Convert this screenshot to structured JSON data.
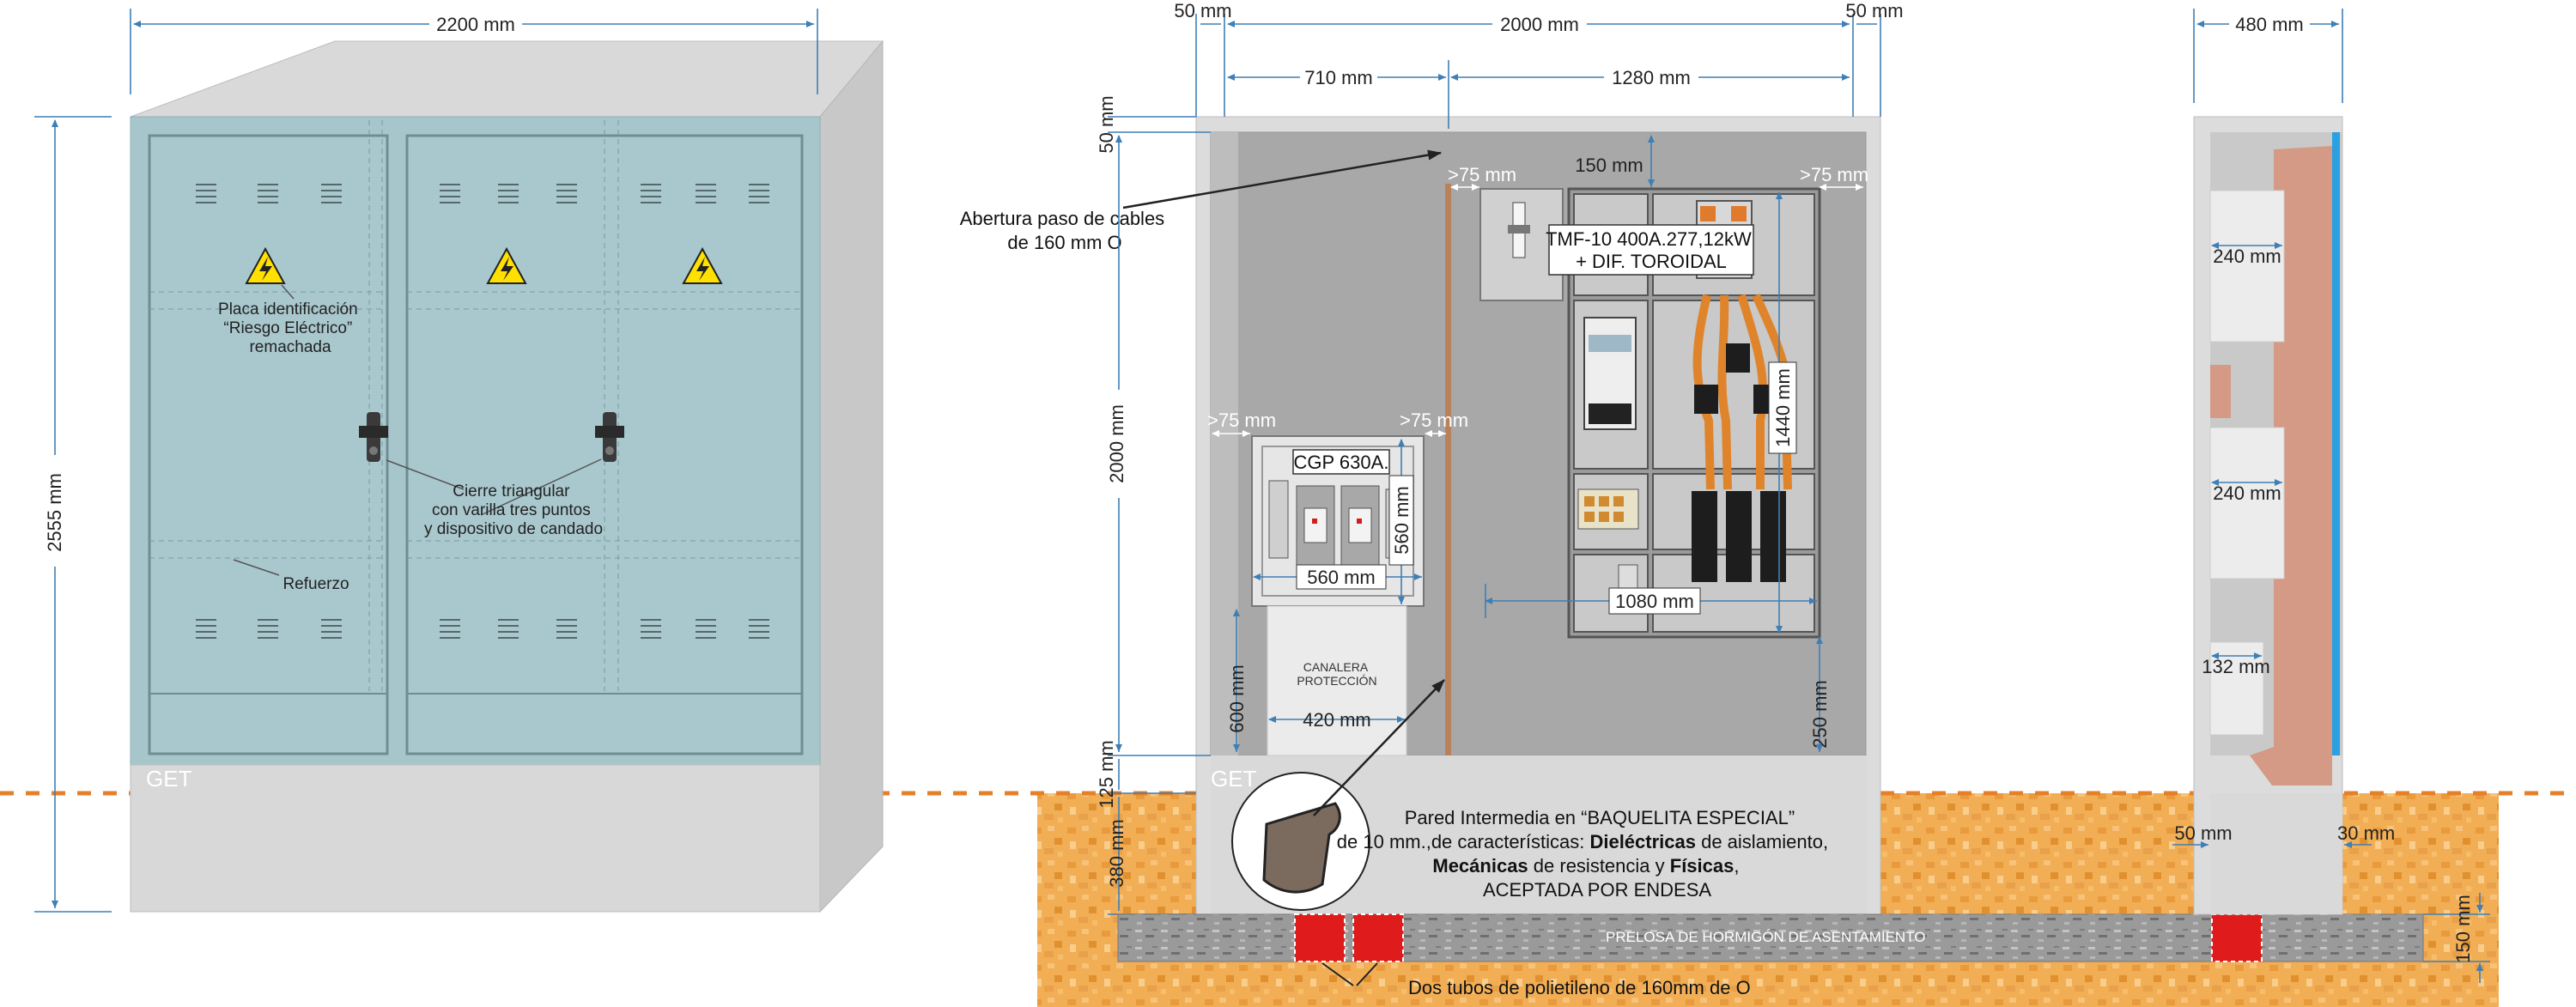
{
  "front_view": {
    "width_dim": "2200 mm",
    "height_dim": "2555 mm",
    "get_label": "GET",
    "callouts": {
      "plate": [
        "Placa identificación",
        "“Riesgo Eléctrico”",
        "remachada"
      ],
      "lock": [
        "Cierre triangular",
        "con varilla tres puntos",
        "y dispositivo de candado"
      ],
      "reinforcement": "Refuerzo"
    }
  },
  "interior_view": {
    "top_dims": {
      "left_margin": "50 mm",
      "total": "2000 mm",
      "right_margin": "50 mm",
      "left_part": "710 mm",
      "right_part": "1280 mm"
    },
    "vertical_dims": {
      "top": "50 mm",
      "main": "2000 mm",
      "lower": "125 mm",
      "base": "380 mm",
      "cgp_height": "600 mm",
      "bottom_right": "250 mm"
    },
    "clearances": {
      "gt75": ">75 mm",
      "top_150": "150 mm"
    },
    "cable_opening": [
      "Abertura paso de cables",
      "de 160 mm O"
    ],
    "tmf_label": [
      "TMF-10 400A.277,12kW",
      "+ DIF. TOROIDAL"
    ],
    "tmf_height": "1440 mm",
    "tmf_width": "1080 mm",
    "cgp_label": "CGP 630A.",
    "cgp_width": "560 mm",
    "cgp_height": "560 mm",
    "canalera": [
      "CANALERA",
      "PROTECCIÓN"
    ],
    "canalera_width": "420 mm",
    "get_label": "GET",
    "wall_text": {
      "line1": "Pared Intermedia en “BAQUELITA ESPECIAL”",
      "line2a": "de 10 mm.,de características: ",
      "line2b": "Dieléctricas",
      "line2c": " de aislamiento,",
      "line3a": "Mecánicas",
      "line3b": " de resistencia y ",
      "line3c": "Físicas",
      "line3d": ",",
      "line4": "ACEPTADA POR ENDESA"
    },
    "slab_label": "PRELOSA DE HORMIGÓN DE ASENTAMIENTO",
    "tubes_label": "Dos tubos de polietileno de 160mm de O"
  },
  "side_view": {
    "width_dim": "480 mm",
    "dims": {
      "upper": "240 mm",
      "middle": "240 mm",
      "lower": "132 mm",
      "left_base": "50 mm",
      "right_base": "30 mm",
      "slab": "150 mm"
    }
  },
  "colors": {
    "cabinet_fill": "#a6c6cc",
    "roof_gray": "#d9d9d9",
    "ground": "#f0a64a",
    "ground_line": "#e5802a",
    "dim_blue": "#3f7fb5",
    "tube_red": "#e01b1b",
    "side_brown": "#d49a85",
    "side_blue": "#2aa0e0"
  }
}
